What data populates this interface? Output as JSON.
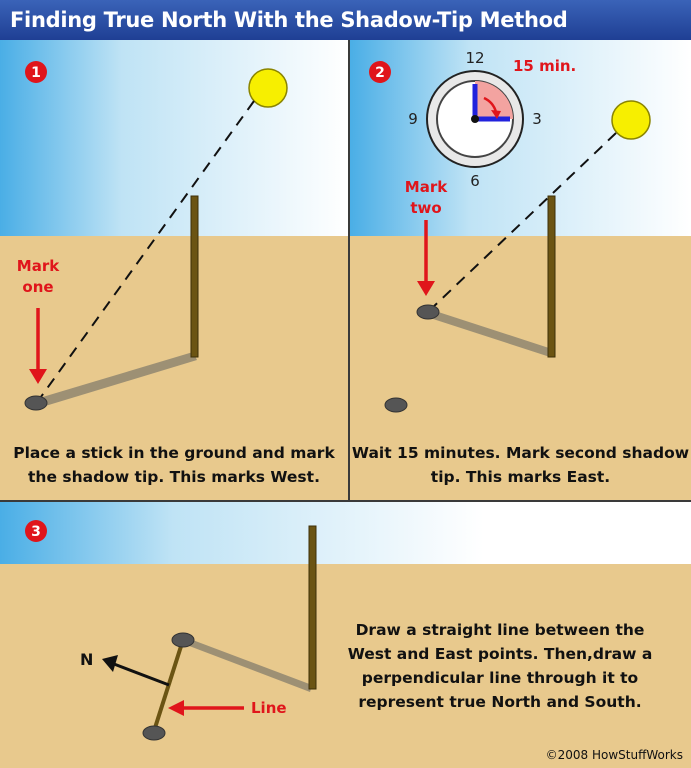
{
  "title": "Finding True North With the Shadow-Tip Method",
  "panel1": {
    "step": "1",
    "mark_label": [
      "Mark",
      "one"
    ],
    "caption": "Place a stick in the ground and mark the shadow tip. This marks West."
  },
  "panel2": {
    "step": "2",
    "timer_label": "15 min.",
    "clock_numbers": [
      "12",
      "3",
      "6",
      "9"
    ],
    "mark_label": [
      "Mark",
      "two"
    ],
    "caption": "Wait 15 minutes. Mark second shadow tip. This marks East."
  },
  "panel3": {
    "step": "3",
    "north_label": "N",
    "line_label": "Line",
    "caption": "Draw a straight line between the West and East points. Then,draw a perpendicular line through it to represent true North and South."
  },
  "copyright": "©2008 HowStuffWorks",
  "colors": {
    "title_bar": "#2a4da6",
    "sky": "#bfe3f5",
    "ground": "#e8c98d",
    "sun": "#f7ef00",
    "stick": "#6b5413",
    "shadow": "#9a9078",
    "rock": "#555555",
    "badge": "#e0151b",
    "arrow_red": "#e0151b",
    "clock_sector": "#f3a3a0",
    "clock_hand": "#2222dd"
  }
}
